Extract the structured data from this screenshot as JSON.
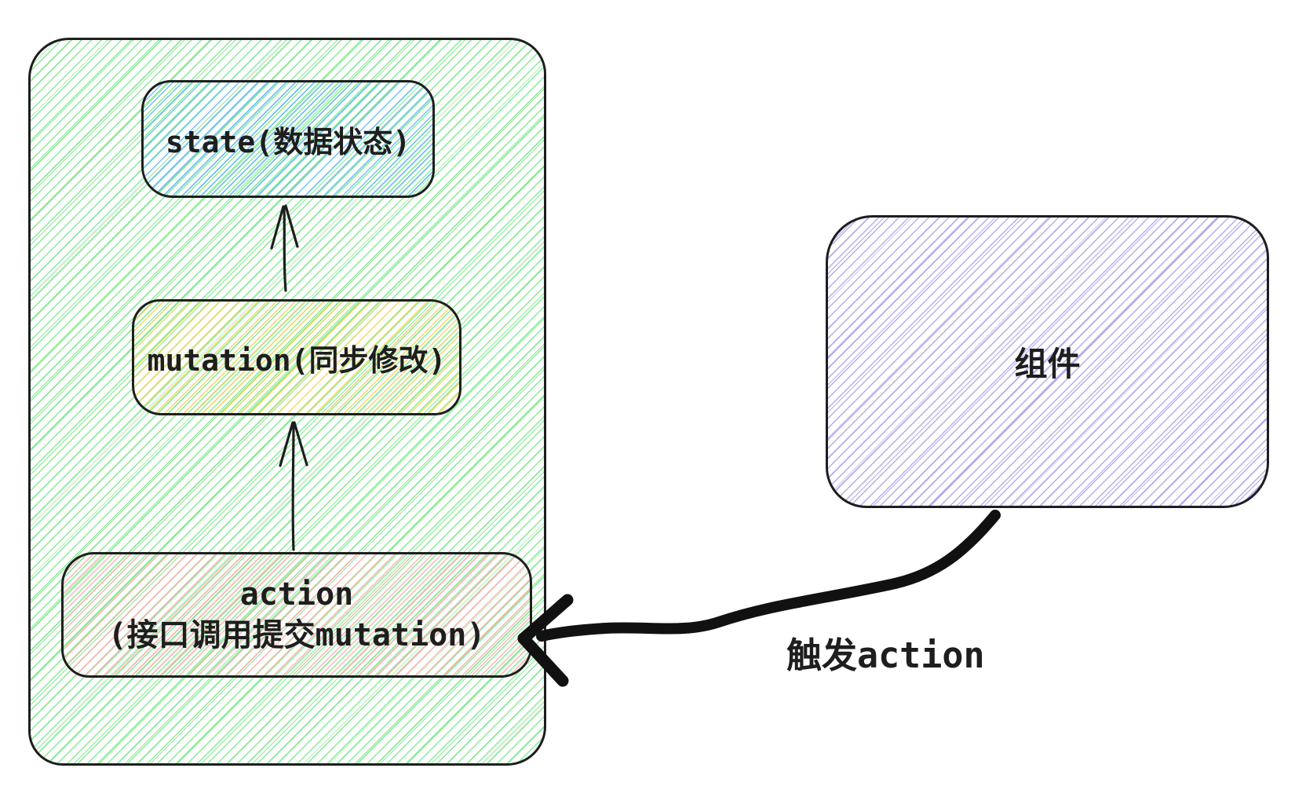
{
  "diagram": {
    "store": {
      "state_label": "state(数据状态)",
      "mutation_label": "mutation(同步修改)",
      "action_label_line1": "action",
      "action_label_line2": "(接口调用提交mutation)"
    },
    "component_label": "组件",
    "edge_label": "触发action",
    "colors": {
      "background": "#ffffff",
      "stroke": "#1e1e1e",
      "store_hatch": "#8ce99a",
      "state_hatch": "#74c0fc",
      "mutation_hatch": "#f5d76b",
      "action_hatch": "#ffb3b3",
      "component_hatch": "#b3abf2"
    }
  }
}
